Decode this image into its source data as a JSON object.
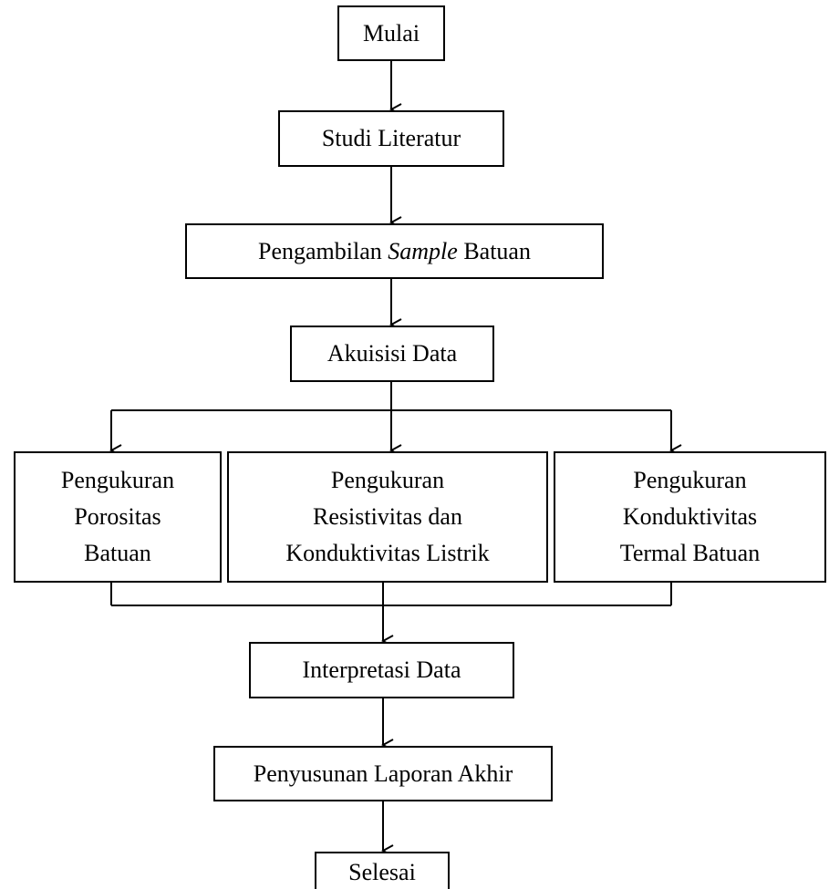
{
  "flowchart": {
    "start": "Mulai",
    "step_literature": "Studi Literatur",
    "step_sampling": {
      "prefix": "Pengambilan",
      "emphasis": "Sample",
      "suffix": "Batuan"
    },
    "step_acquisition": "Akuisisi Data",
    "branch_porosity": {
      "line1": "Pengukuran",
      "line2": "Porositas",
      "line3": "Batuan"
    },
    "branch_resistivity": {
      "line1": "Pengukuran",
      "line2": "Resistivitas dan",
      "line3": "Konduktivitas Listrik"
    },
    "branch_thermal": {
      "line1": "Pengukuran",
      "line2": "Konduktivitas",
      "line3": "Termal Batuan"
    },
    "step_interpretation": "Interpretasi Data",
    "step_report": "Penyusunan Laporan Akhir",
    "end": "Selesai"
  },
  "colors": {
    "stroke": "#000000",
    "fill": "#ffffff",
    "text": "#000000"
  }
}
